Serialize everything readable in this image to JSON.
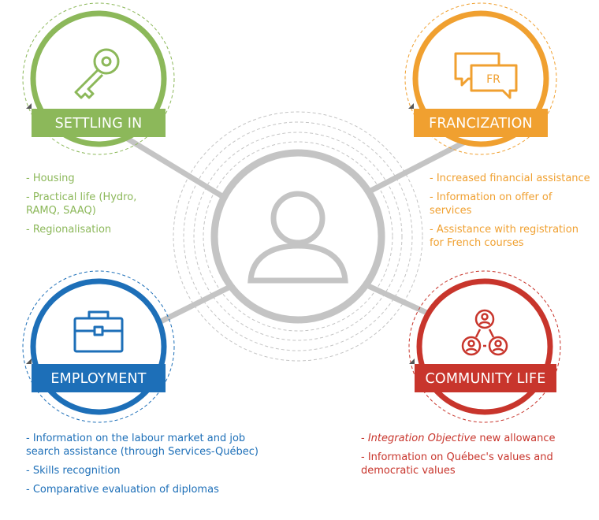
{
  "colors": {
    "green": "#8cb85a",
    "orange": "#f0a030",
    "blue": "#1d6fb8",
    "red": "#c8352c",
    "grey": "#c4c4c4"
  },
  "center": {
    "icon": "person-icon"
  },
  "settling_in": {
    "label": "SETTLING IN",
    "icon": "key-icon",
    "items": [
      "- Housing",
      "- Practical life (Hydro, RAMQ, SAAQ)",
      "- Regionalisation"
    ]
  },
  "francization": {
    "label": "FRANCIZATION",
    "icon": "speech-bubbles-icon",
    "icon_text": "FR",
    "items": [
      "- Increased financial assistance",
      "- Information on offer of services",
      "- Assistance with registration for French courses"
    ]
  },
  "employment": {
    "label": "EMPLOYMENT",
    "icon": "briefcase-icon",
    "items": [
      "- Information on the labour market and job search assistance (through Services-Québec)",
      "- Skills recognition",
      "- Comparative evaluation of diplomas"
    ]
  },
  "community_life": {
    "label": "COMMUNITY LIFE",
    "icon": "people-network-icon",
    "items_first_prefix": "- ",
    "items_first_italic": "Integration Objective",
    "items_first_rest": " new allowance",
    "items": [
      "- Information on Québec's values and democratic values"
    ]
  }
}
